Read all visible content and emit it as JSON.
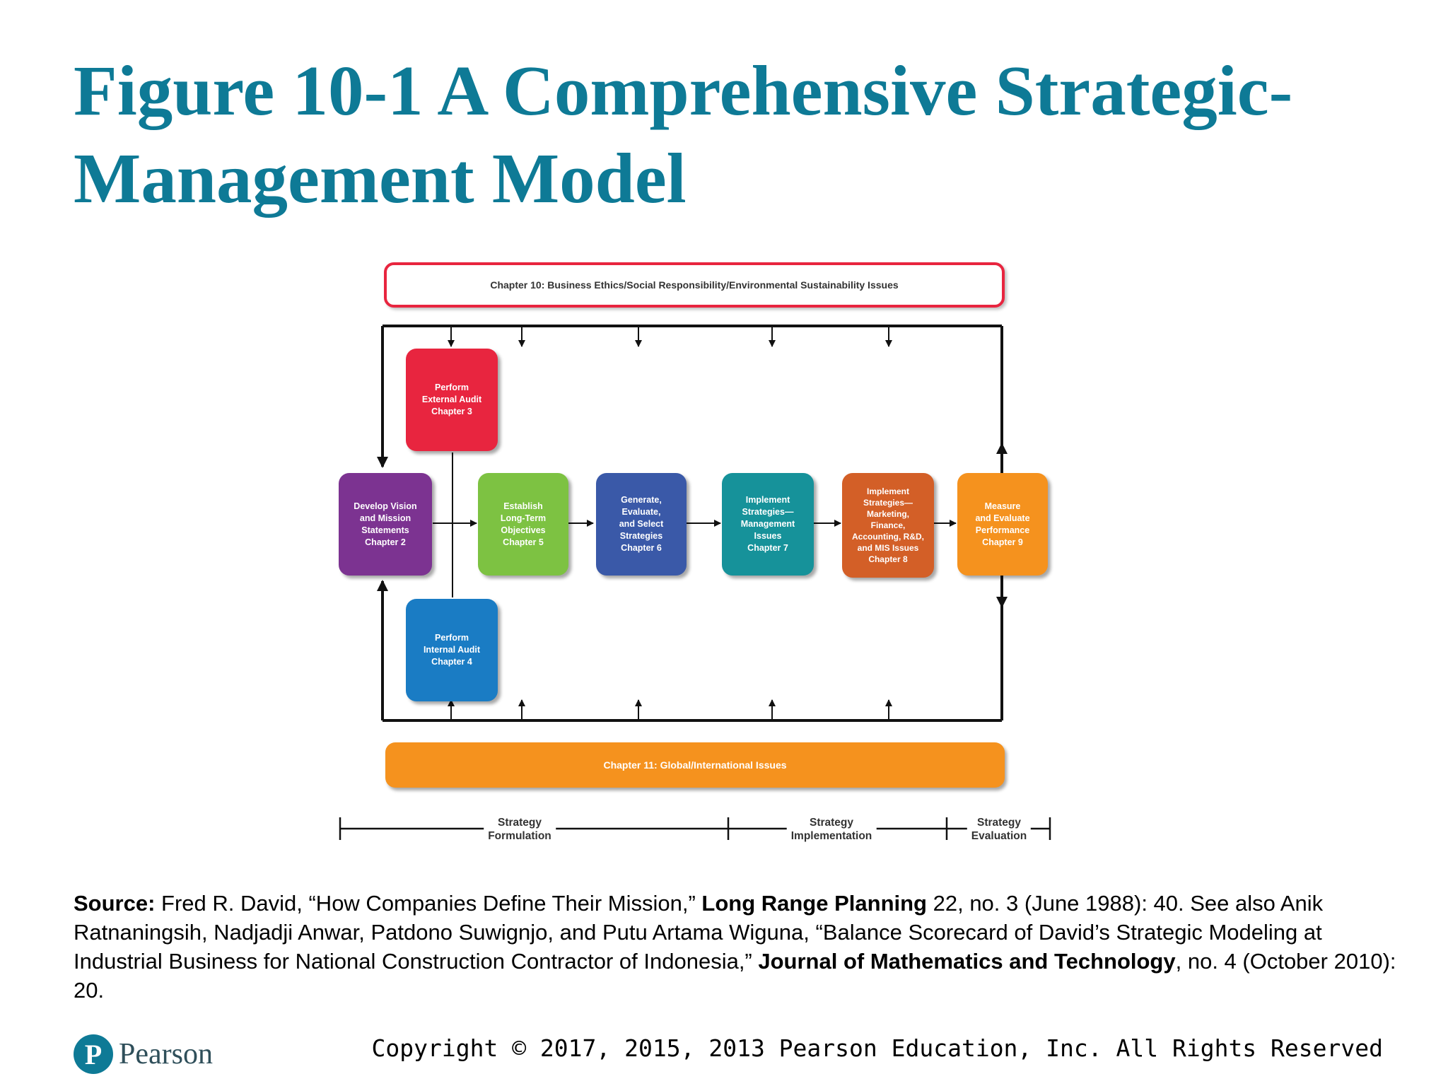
{
  "slide": {
    "title_line1": "Figure 10-1 A Comprehensive Strategic-",
    "title_line2": "Management Model"
  },
  "diagram": {
    "top_banner": "Chapter 10: Business Ethics/Social Responsibility/Environmental Sustainability Issues",
    "bottom_banner": "Chapter 11: Global/International Issues",
    "boxes": [
      {
        "id": "external-audit",
        "label": "Perform\nExternal Audit\nChapter 3",
        "color": "#e8253f"
      },
      {
        "id": "vision-mission",
        "label": "Develop Vision\nand Mission\nStatements\nChapter 2",
        "color": "#7c3391"
      },
      {
        "id": "long-term-objectives",
        "label": "Establish\nLong-Term\nObjectives\nChapter 5",
        "color": "#7dc242"
      },
      {
        "id": "generate-strategies",
        "label": "Generate,\nEvaluate,\nand Select\nStrategies\nChapter 6",
        "color": "#3a59a8"
      },
      {
        "id": "implement-management",
        "label": "Implement\nStrategies—\nManagement\nIssues\nChapter 7",
        "color": "#16929a"
      },
      {
        "id": "implement-marketing",
        "label": "Implement\nStrategies—\nMarketing,\nFinance,\nAccounting, R&D,\nand MIS Issues\nChapter 8",
        "color": "#d35f27"
      },
      {
        "id": "measure-evaluate",
        "label": "Measure\nand Evaluate\nPerformance\nChapter 9",
        "color": "#f5921e"
      },
      {
        "id": "internal-audit",
        "label": "Perform\nInternal Audit\nChapter 4",
        "color": "#1a7cc4"
      }
    ],
    "phases": [
      {
        "label": "Strategy\nFormulation"
      },
      {
        "label": "Strategy\nImplementation"
      },
      {
        "label": "Strategy\nEvaluation"
      }
    ]
  },
  "source": {
    "lead": "Source:",
    "part1": " Fred R. David, “How Companies Define Their Mission,” ",
    "journal1": "Long Range Planning",
    "part2": " 22, no. 3 (June 1988): 40. See also Anik Ratnaningsih, Nadjadji Anwar, Patdono Suwignjo, and Putu Artama Wiguna, “Balance Scorecard of David’s Strategic Modeling at Industrial Business for National Construction Contractor of Indonesia,” ",
    "journal2": "Journal of Mathematics and Technology",
    "part3": ", no. 4 (October 2010): 20."
  },
  "footer": {
    "logo_letter": "P",
    "logo_text": "Pearson",
    "copyright": "Copyright © 2017, 2015, 2013 Pearson Education, Inc. All Rights Reserved"
  }
}
